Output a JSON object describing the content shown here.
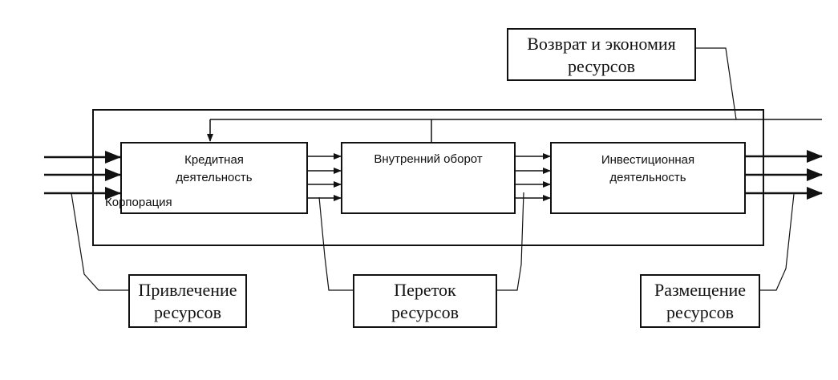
{
  "diagram": {
    "corporation_label": "Корпорация",
    "processes": {
      "credit": {
        "line1": "Кредитная",
        "line2": "деятельность"
      },
      "internal": {
        "line1": "Внутренний оборот"
      },
      "investment": {
        "line1": "Инвестиционная",
        "line2": "деятельность"
      }
    },
    "callouts": {
      "return": {
        "line1": "Возврат и экономия",
        "line2": "ресурсов"
      },
      "attraction": {
        "line1": "Привлечение",
        "line2": "ресурсов"
      },
      "flow": {
        "line1": "Переток",
        "line2": "ресурсов"
      },
      "placement": {
        "line1": "Размещение",
        "line2": "ресурсов"
      }
    },
    "colors": {
      "stroke": "#111111",
      "background": "#ffffff"
    }
  }
}
